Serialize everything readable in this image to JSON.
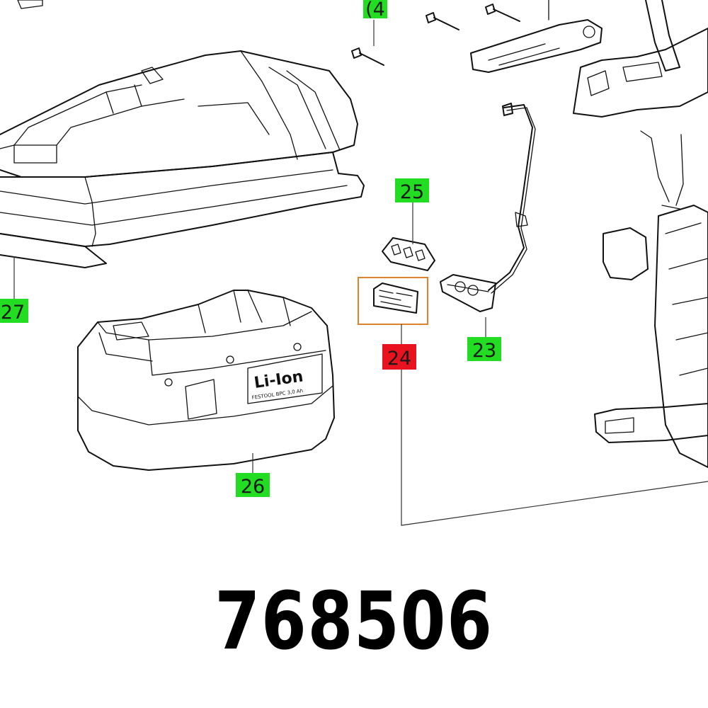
{
  "part_number": "768506",
  "colors": {
    "callout_default": "#22dd22",
    "callout_selected": "#e8131f",
    "highlight_box": "#e0822c",
    "line_art": "#111111"
  },
  "callouts": [
    {
      "id": "c4",
      "label": "(4",
      "selected": false
    },
    {
      "id": "c25",
      "label": "25",
      "selected": false
    },
    {
      "id": "c27",
      "label": "27",
      "selected": false
    },
    {
      "id": "c23",
      "label": "23",
      "selected": false
    },
    {
      "id": "c24",
      "label": "24",
      "selected": true
    },
    {
      "id": "c26",
      "label": "26",
      "selected": false
    }
  ],
  "battery": {
    "logo_text": "Li-Ion",
    "spec_text": "FESTOOL  BPC 3,0 Ah"
  }
}
